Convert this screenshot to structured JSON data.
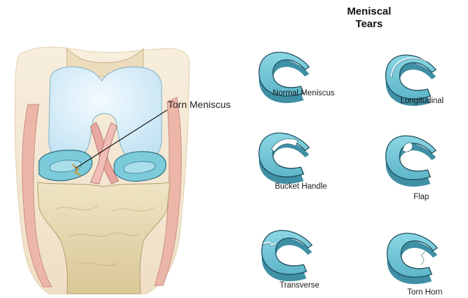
{
  "diagram": {
    "title_line1": "Meniscal",
    "title_line2": "Tears",
    "callout_label": "Torn Meniscus",
    "tears": [
      {
        "label": "Normal Meniscus",
        "type": "normal"
      },
      {
        "label": "Longitudinal",
        "type": "longitudinal"
      },
      {
        "label": "Bucket Handle",
        "type": "bucket-handle"
      },
      {
        "label": "Flap",
        "type": "flap"
      },
      {
        "label": "Transverse",
        "type": "transverse"
      },
      {
        "label": "Torn Horn",
        "type": "torn-horn"
      }
    ]
  },
  "colors": {
    "meniscus_fill": "#74c8d8",
    "meniscus_shadow": "#3f8fa5",
    "meniscus_outline": "#1f4d5c",
    "bone": "#e9ddb9",
    "cartilage": "#d8eef8",
    "ligament": "#e7a9a2",
    "capsule": "#f4e4cf"
  }
}
